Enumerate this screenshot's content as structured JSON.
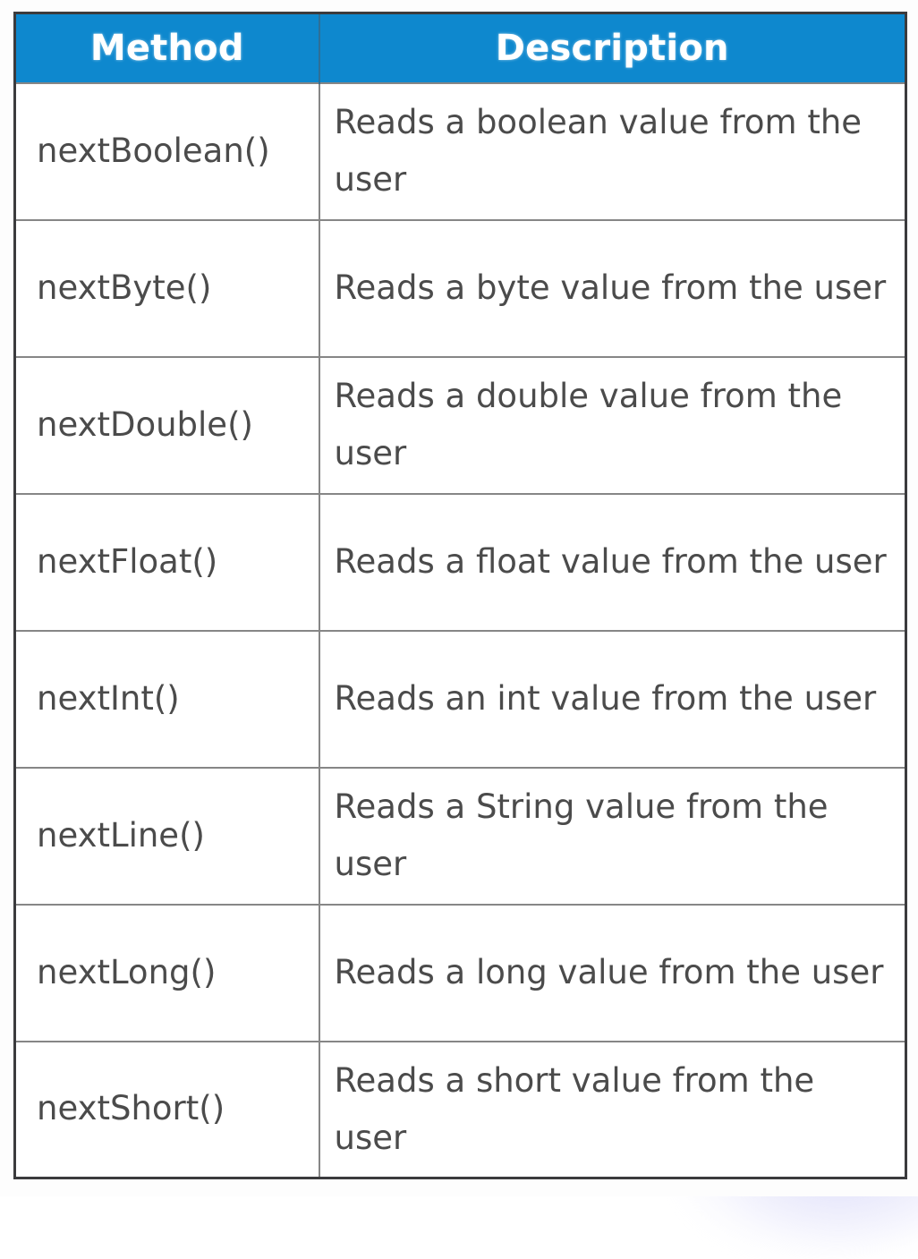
{
  "theme": {
    "header_bg": "#0E88CE",
    "header_text": "#FFFFFF",
    "body_text": "#4B4B4B",
    "cell_bg": "#FFFFFF",
    "outer_border": "#3B3B3D",
    "inner_border": "#868686",
    "page_bg": "#FDFDFD",
    "corner_glow": "#C6C6F6"
  },
  "table": {
    "columns": [
      {
        "key": "method",
        "label": "Method"
      },
      {
        "key": "description",
        "label": "Description"
      }
    ],
    "rows": [
      {
        "method": "nextBoolean()",
        "description": "Reads a boolean value from the user"
      },
      {
        "method": "nextByte()",
        "description": "Reads a byte value from the user"
      },
      {
        "method": "nextDouble()",
        "description": "Reads a double value from the user"
      },
      {
        "method": "nextFloat()",
        "description": "Reads a float value from the user"
      },
      {
        "method": "nextInt()",
        "description": "Reads an int value from the user"
      },
      {
        "method": "nextLine()",
        "description": "Reads a String value from the user"
      },
      {
        "method": "nextLong()",
        "description": "Reads a long value from the user"
      },
      {
        "method": "nextShort()",
        "description": "Reads a short value from the user"
      }
    ]
  }
}
